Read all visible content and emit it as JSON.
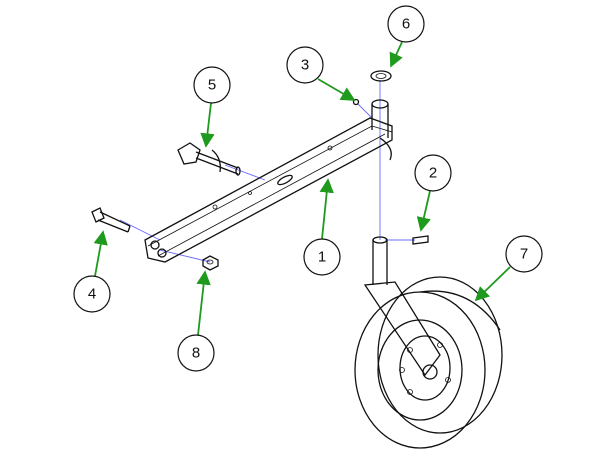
{
  "diagram": {
    "callouts": [
      {
        "label": "1"
      },
      {
        "label": "2"
      },
      {
        "label": "3"
      },
      {
        "label": "4"
      },
      {
        "label": "5"
      },
      {
        "label": "6"
      },
      {
        "label": "7"
      },
      {
        "label": "8"
      }
    ],
    "colors": {
      "arrow": "#1f9a1f",
      "guide": "#6a6aff",
      "line": "#111111"
    }
  }
}
